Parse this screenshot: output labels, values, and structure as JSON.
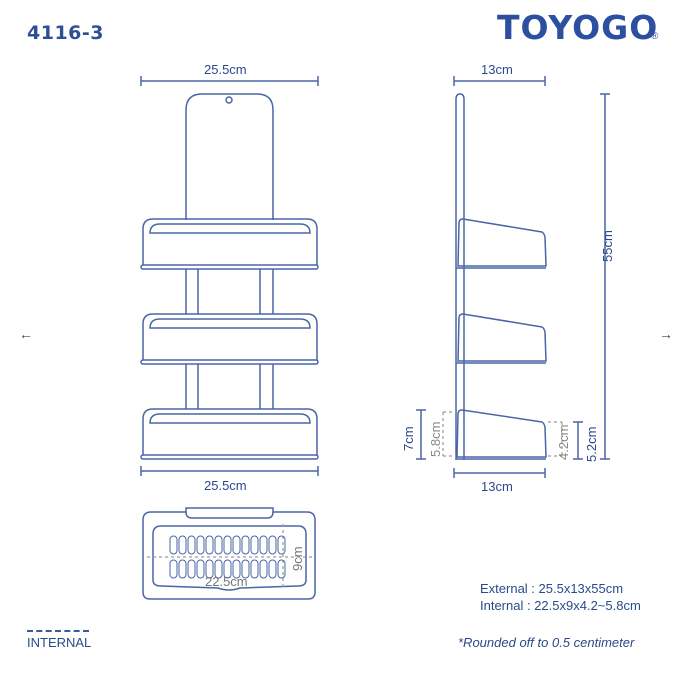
{
  "header": {
    "model": "4116-3",
    "brand": "TOYOGO",
    "registered_mark": "®"
  },
  "front_view": {
    "top_width": "25.5cm",
    "bottom_width": "25.5cm"
  },
  "side_view": {
    "depth_top": "13cm",
    "height": "55cm",
    "shelf_outer_height": "7cm",
    "shelf_inner_back_height": "5.8cm",
    "shelf_inner_front_height": "4.2cm",
    "shelf_outer_front_height": "5.2cm",
    "depth_bottom": "13cm"
  },
  "top_view": {
    "inner_width": "22.5cm",
    "inner_depth": "9cm"
  },
  "specs": {
    "external": "External : 25.5x13x55cm",
    "internal": "Internal : 22.5x9x4.2~5.8cm"
  },
  "legend": {
    "label": "INTERNAL"
  },
  "footnote": "*Rounded off to 0.5 centimeter",
  "nav": {
    "prev": "←",
    "next": "→"
  },
  "colors": {
    "line": "#4a66a6",
    "text": "#2b4a8a",
    "brand": "#2d4fa0",
    "dashed": "#9a9a9a"
  }
}
